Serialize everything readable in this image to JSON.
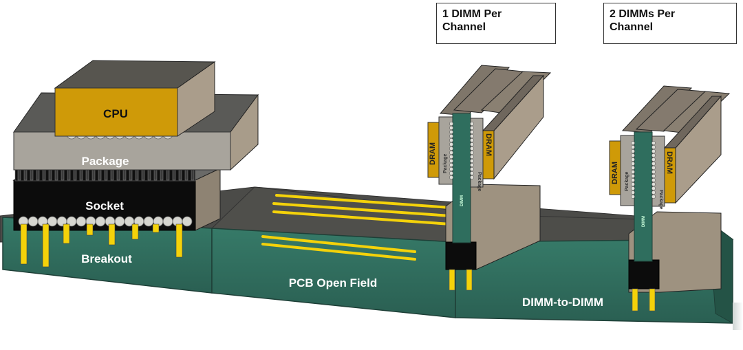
{
  "labels": {
    "cpu": "CPU",
    "package": "Package",
    "socket": "Socket",
    "breakout": "Breakout",
    "pcb_open_field": "PCB Open Field",
    "dimm_to_dimm": "DIMM-to-DIMM",
    "dram": "DRAM",
    "dram_package": "Package",
    "dimm": "DIMM"
  },
  "callouts": {
    "one_dimm_line1": "1 DIMM Per",
    "one_dimm_line2": "Channel",
    "two_dimm_line1": "2 DIMMs Per",
    "two_dimm_line2": "Channel"
  },
  "colors": {
    "pcb_green": "#2f6e5e",
    "pcb_green_dark": "#244f44",
    "board_top": "#4a4a47",
    "component_tan": "#aa9d8b",
    "component_top": "#8b7f70",
    "cpu_gold": "#cf9a08",
    "trace_yellow": "#f4d20a",
    "socket_black": "#0c0c0c",
    "package_grey": "#a8a49c"
  }
}
